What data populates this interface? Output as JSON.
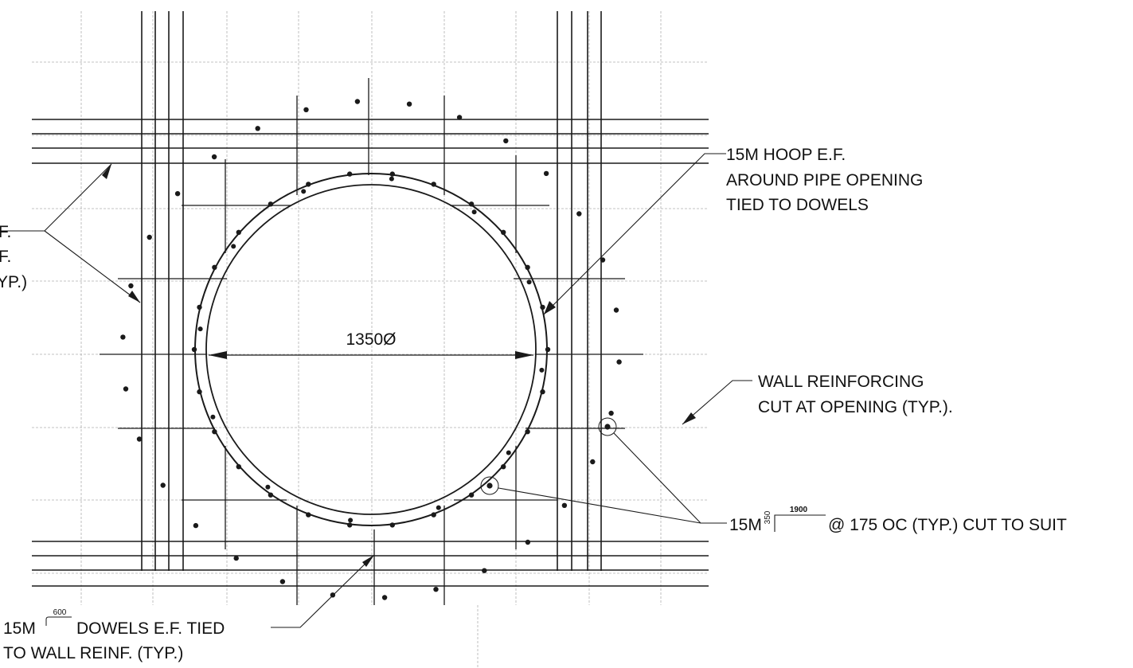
{
  "notes": {
    "hoop": [
      "15M HOOP E.F.",
      "AROUND PIPE OPENING",
      "TIED TO DOWELS"
    ],
    "left_partial": [
      "F.",
      "F.",
      "YP.)"
    ],
    "diameter": "1350Ø",
    "wall_reinf": [
      "WALL REINFORCING",
      "CUT AT OPENING (TYP.)."
    ],
    "bar_callout": {
      "prefix": "15M",
      "dim_top": "1900",
      "dim_side": "350",
      "suffix": "@ 175 OC (TYP.) CUT TO SUIT"
    },
    "dowels": {
      "prefix": "15M",
      "dim": "600",
      "line1_suffix": "DOWELS E.F. TIED",
      "line2": "TO WALL REINF. (TYP.)"
    }
  },
  "colors": {
    "ink": "#1a1a1a",
    "grid": "#b0b0b0",
    "paper": "#ffffff"
  }
}
